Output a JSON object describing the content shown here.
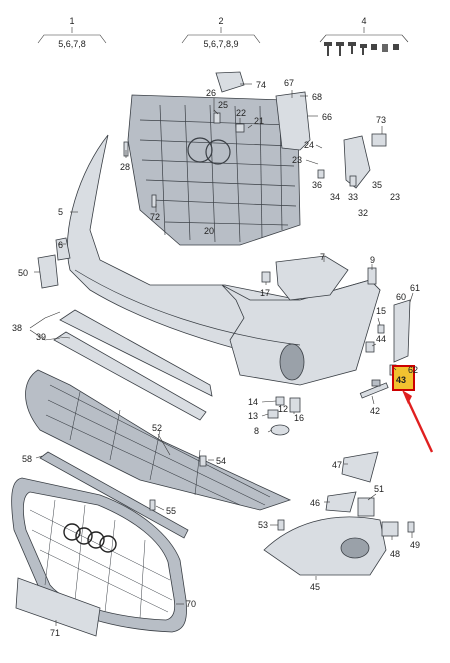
{
  "groups": [
    {
      "num": "1",
      "items": "5,6,7,8"
    },
    {
      "num": "2",
      "items": "5,6,7,8,9"
    },
    {
      "num": "4",
      "items": ""
    }
  ],
  "labels": [
    "74",
    "26",
    "25",
    "22",
    "21",
    "67",
    "68",
    "66",
    "28",
    "24",
    "23",
    "73",
    "36",
    "35",
    "34",
    "33",
    "23",
    "32",
    "72",
    "20",
    "5",
    "6",
    "50",
    "7",
    "9",
    "17",
    "61",
    "60",
    "15",
    "44",
    "38",
    "39",
    "62",
    "43",
    "42",
    "14",
    "13",
    "16",
    "8",
    "12",
    "52",
    "54",
    "58",
    "55",
    "53",
    "47",
    "46",
    "51",
    "48",
    "49",
    "45",
    "70",
    "71"
  ],
  "highlight": {
    "label": "43",
    "accent": "#e02020"
  }
}
